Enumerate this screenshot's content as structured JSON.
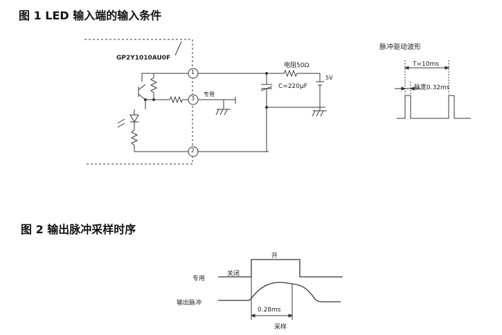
{
  "figure1": {
    "title": "图 1 LED 输入端的输入条件",
    "part_label": "GP2Y1010AU0F",
    "pins": [
      "1",
      "3",
      "2"
    ],
    "led_switch_label": "专用",
    "resistor_label": "电阻50Ω",
    "capacitor_label": "C=220μF",
    "supply_label": "5V",
    "pulse_section": {
      "title": "脉冲驱动波形",
      "period_label": "T=10ms",
      "pulse_width_label": "脉宽0.32ms"
    }
  },
  "figure2": {
    "title": "图 2 输出脉冲采样时序",
    "on_label": "开",
    "off_label": "关闭",
    "led_signal_label": "专用",
    "output_signal_label": "输出脉冲",
    "delay_label": "0.28ms",
    "sample_label": "采样"
  }
}
